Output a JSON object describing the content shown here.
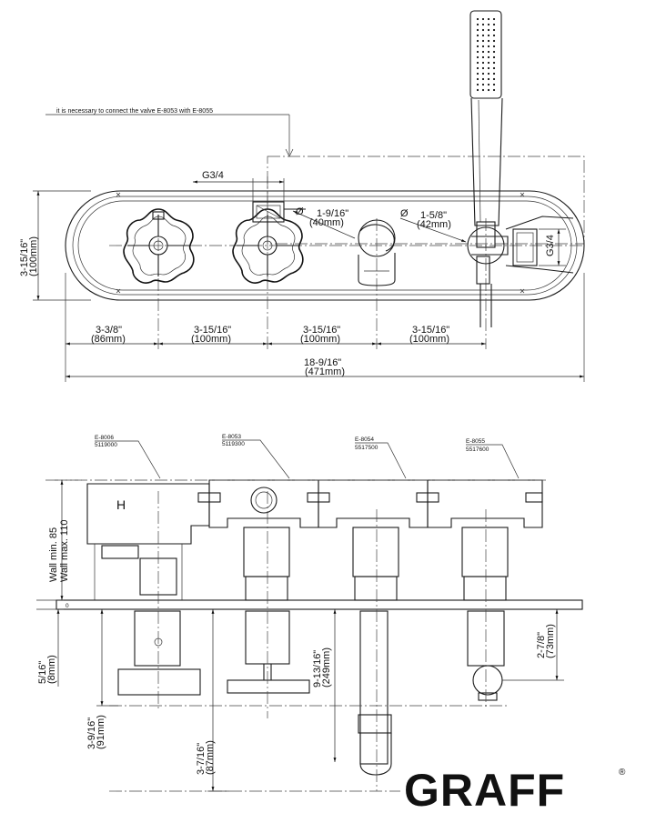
{
  "note": "it is necessary to connect the valve E-8053 with E-8055",
  "top_view": {
    "thread_label": "G3/4",
    "thread_label_side": "G3/4",
    "diameter_1": {
      "symbol": "Ø",
      "inch": "1-9/16\"",
      "mm": "(40mm)"
    },
    "diameter_2": {
      "symbol": "Ø",
      "inch": "1-5/8\"",
      "mm": "(42mm)"
    },
    "height": {
      "inch": "3-15/16\"",
      "mm": "(100mm)"
    },
    "spacings": [
      {
        "inch": "3-3/8\"",
        "mm": "(86mm)"
      },
      {
        "inch": "3-15/16\"",
        "mm": "(100mm)"
      },
      {
        "inch": "3-15/16\"",
        "mm": "(100mm)"
      },
      {
        "inch": "3-15/16\"",
        "mm": "(100mm)"
      }
    ],
    "overall": {
      "inch": "18-9/16\"",
      "mm": "(471mm)"
    }
  },
  "side_view": {
    "parts": [
      {
        "code": "E-8006",
        "number": "5119000"
      },
      {
        "code": "E-8053",
        "number": "5119300"
      },
      {
        "code": "E-8054",
        "number": "5517500"
      },
      {
        "code": "E-8055",
        "number": "5517600"
      }
    ],
    "hot_mark": "H",
    "wall_min": "Wall min. 85",
    "wall_max": "Wall max. 110",
    "zero_mark": "0",
    "dim_5_16": {
      "inch": "5/16\"",
      "mm": "(8mm)"
    },
    "dim_3_9_16": {
      "inch": "3-9/16\"",
      "mm": "(91mm)"
    },
    "dim_3_7_16": {
      "inch": "3-7/16\"",
      "mm": "(87mm)"
    },
    "dim_9_13_16": {
      "inch": "9-13/16\"",
      "mm": "(249mm)"
    },
    "dim_2_7_8": {
      "inch": "2-7/8\"",
      "mm": "(73mm)"
    }
  },
  "brand": {
    "name": "GRAFF",
    "registered": "®"
  }
}
